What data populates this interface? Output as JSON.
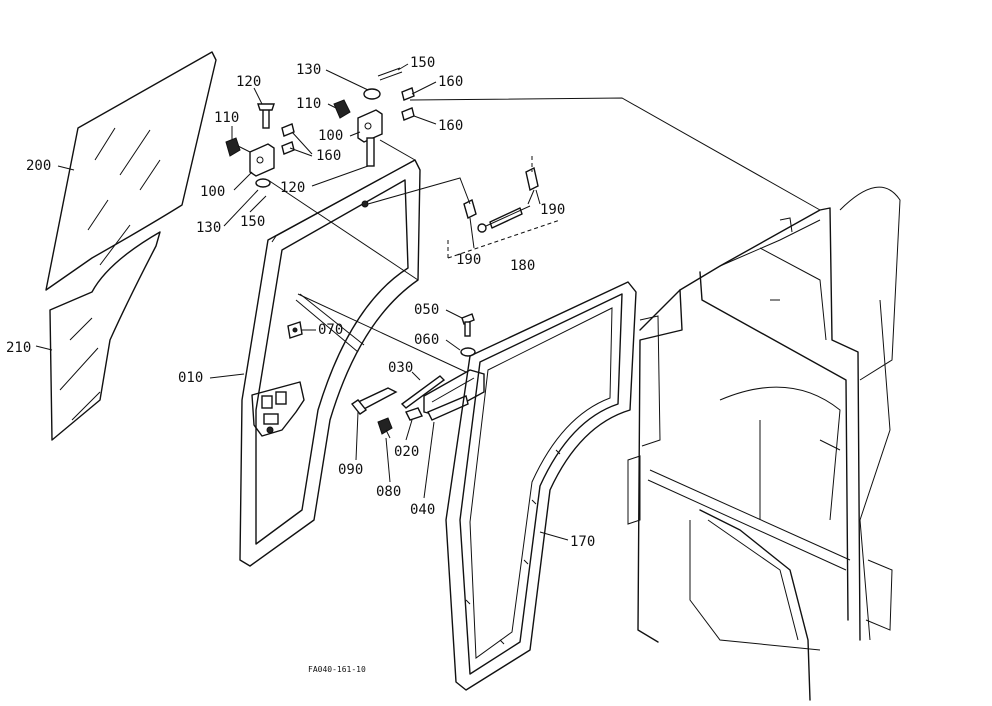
{
  "labels": {
    "p010": "010",
    "p020": "020",
    "p030": "030",
    "p040": "040",
    "p050": "050",
    "p060": "060",
    "p070": "070",
    "p080": "080",
    "p090": "090",
    "p100a": "100",
    "p100b": "100",
    "p110a": "110",
    "p110b": "110",
    "p120a": "120",
    "p120b": "120",
    "p130a": "130",
    "p130b": "130",
    "p150a": "150",
    "p150b": "150",
    "p160a": "160",
    "p160b": "160",
    "p160c": "160",
    "p170": "170",
    "p180": "180",
    "p190a": "190",
    "p190b": "190",
    "p200": "200",
    "p210": "210"
  },
  "drawing_code": "FA040-161-10"
}
